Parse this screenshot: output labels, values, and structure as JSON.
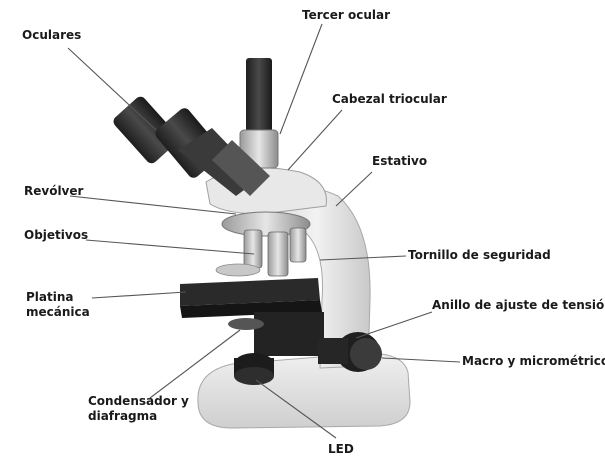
{
  "labels": {
    "tercer_ocular": "Tercer ocular",
    "oculares": "Oculares",
    "cabezal_triocular": "Cabezal triocular",
    "estativo": "Estativo",
    "revolver": "Revólver",
    "objetivos": "Objetivos",
    "tornillo_seguridad": "Tornillo de seguridad",
    "platina_1": "Platina",
    "platina_2": "mecánica",
    "anillo_tension": "Anillo de ajuste de tensión",
    "macro_micrometrico": "Macro y micrométrico",
    "condensador_1": "Condensador y",
    "condensador_2": "diafragma",
    "led": "LED"
  }
}
